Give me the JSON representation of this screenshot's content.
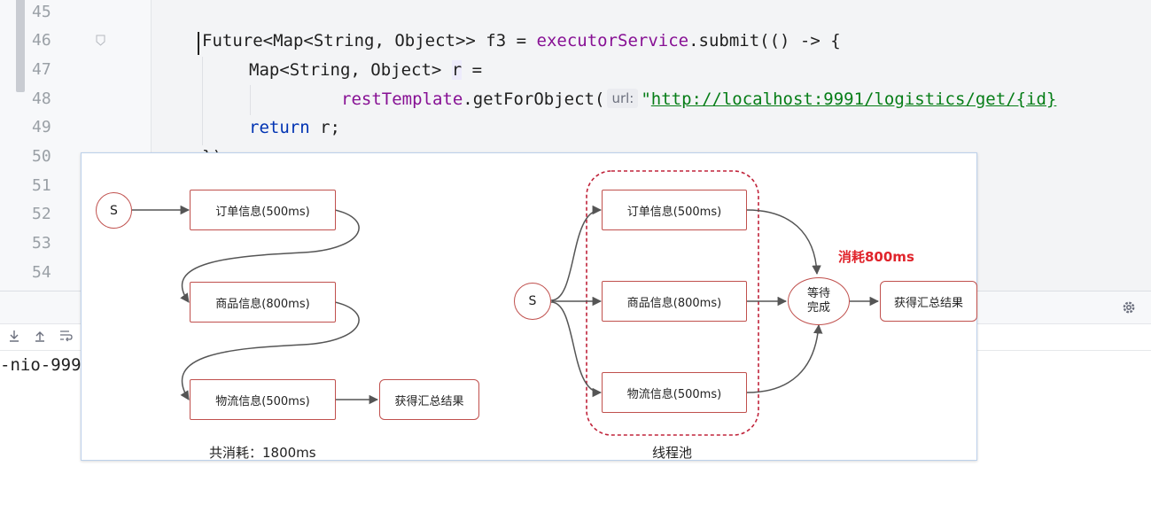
{
  "editor": {
    "line_numbers": [
      "45",
      "46",
      "47",
      "48",
      "49",
      "50",
      "51",
      "52",
      "53",
      "54"
    ],
    "code": {
      "l46_kw1": "Future<Map<String, Object>> f3 = ",
      "l46_var": "executorService",
      "l46_rest": ".submit(() -> {",
      "l47_type": "Map<String, Object> ",
      "l47_var": "r",
      "l47_eq": " =",
      "l48_obj": "restTemplate",
      "l48_call": ".getForObject(",
      "l48_hint": "url:",
      "l48_q": "\"",
      "l48_url": "http://localhost:9991/logistics/get/{id}",
      "l49_kw": "return ",
      "l49_rest": "r;",
      "l50": "});"
    }
  },
  "console": {
    "output_text": "-nio-999"
  },
  "diagram": {
    "left": {
      "start": "S",
      "order": "订单信息(500ms)",
      "goods": "商品信息(800ms)",
      "logistics": "物流信息(500ms)",
      "result": "获得汇总结果",
      "caption": "共消耗：1800ms"
    },
    "right": {
      "start": "S",
      "order": "订单信息(500ms)",
      "goods": "商品信息(800ms)",
      "logistics": "物流信息(500ms)",
      "wait_line1": "等待",
      "wait_line2": "完成",
      "result": "获得汇总结果",
      "cost_label": "消耗800ms",
      "caption": "线程池"
    },
    "colors": {
      "node_border": "#c0504d",
      "pool_border": "#c0233a",
      "arrow": "#555555",
      "highlight": "#e0242b"
    }
  }
}
